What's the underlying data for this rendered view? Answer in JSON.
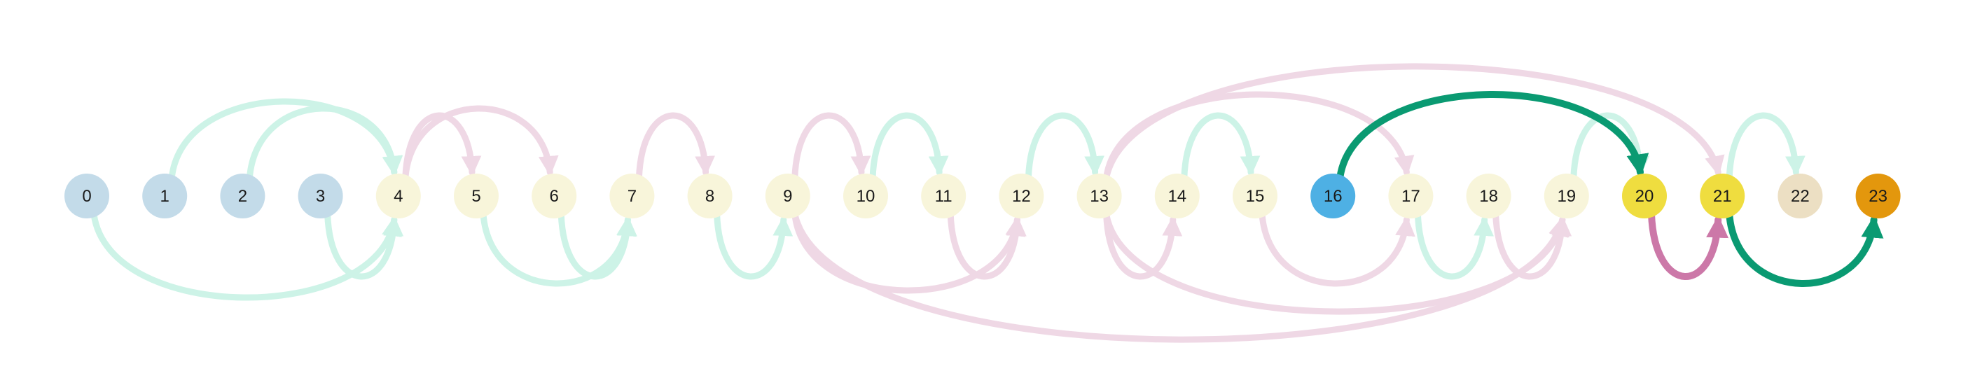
{
  "colors": {
    "background": "#ffffff",
    "edge_teal_faint": "#cdf3e7",
    "edge_pink_faint": "#efd8e5",
    "edge_green_strong": "#0a9a72",
    "edge_pink_strong": "#cc78a8",
    "node_blue_light": "#c3dbe9",
    "node_cream": "#f8f5da",
    "node_blue_bright": "#4eb0e4",
    "node_yellow": "#efdd3f",
    "node_beige": "#ecdfc3",
    "node_orange": "#e3970d"
  },
  "nodes": [
    {
      "id": 0,
      "label": "0",
      "fill": "node_blue_light"
    },
    {
      "id": 1,
      "label": "1",
      "fill": "node_blue_light"
    },
    {
      "id": 2,
      "label": "2",
      "fill": "node_blue_light"
    },
    {
      "id": 3,
      "label": "3",
      "fill": "node_blue_light"
    },
    {
      "id": 4,
      "label": "4",
      "fill": "node_cream"
    },
    {
      "id": 5,
      "label": "5",
      "fill": "node_cream"
    },
    {
      "id": 6,
      "label": "6",
      "fill": "node_cream"
    },
    {
      "id": 7,
      "label": "7",
      "fill": "node_cream"
    },
    {
      "id": 8,
      "label": "8",
      "fill": "node_cream"
    },
    {
      "id": 9,
      "label": "9",
      "fill": "node_cream"
    },
    {
      "id": 10,
      "label": "10",
      "fill": "node_cream"
    },
    {
      "id": 11,
      "label": "11",
      "fill": "node_cream"
    },
    {
      "id": 12,
      "label": "12",
      "fill": "node_cream"
    },
    {
      "id": 13,
      "label": "13",
      "fill": "node_cream"
    },
    {
      "id": 14,
      "label": "14",
      "fill": "node_cream"
    },
    {
      "id": 15,
      "label": "15",
      "fill": "node_cream"
    },
    {
      "id": 16,
      "label": "16",
      "fill": "node_blue_bright"
    },
    {
      "id": 17,
      "label": "17",
      "fill": "node_cream"
    },
    {
      "id": 18,
      "label": "18",
      "fill": "node_cream"
    },
    {
      "id": 19,
      "label": "19",
      "fill": "node_cream"
    },
    {
      "id": 20,
      "label": "20",
      "fill": "node_yellow"
    },
    {
      "id": 21,
      "label": "21",
      "fill": "node_yellow"
    },
    {
      "id": 22,
      "label": "22",
      "fill": "node_beige"
    },
    {
      "id": 23,
      "label": "23",
      "fill": "node_orange"
    }
  ],
  "edges": [
    {
      "from": 1,
      "to": 4,
      "side": "above",
      "color": "edge_teal_faint"
    },
    {
      "from": 2,
      "to": 4,
      "side": "above",
      "color": "edge_teal_faint"
    },
    {
      "from": 0,
      "to": 4,
      "side": "below",
      "color": "edge_teal_faint"
    },
    {
      "from": 3,
      "to": 4,
      "side": "below",
      "color": "edge_teal_faint"
    },
    {
      "from": 4,
      "to": 5,
      "side": "above",
      "color": "edge_pink_faint"
    },
    {
      "from": 4,
      "to": 6,
      "side": "above",
      "color": "edge_pink_faint"
    },
    {
      "from": 5,
      "to": 7,
      "side": "below",
      "color": "edge_teal_faint"
    },
    {
      "from": 6,
      "to": 7,
      "side": "below",
      "color": "edge_teal_faint"
    },
    {
      "from": 7,
      "to": 8,
      "side": "above",
      "color": "edge_pink_faint"
    },
    {
      "from": 8,
      "to": 9,
      "side": "below",
      "color": "edge_teal_faint"
    },
    {
      "from": 9,
      "to": 10,
      "side": "above",
      "color": "edge_pink_faint"
    },
    {
      "from": 10,
      "to": 11,
      "side": "above",
      "color": "edge_teal_faint"
    },
    {
      "from": 9,
      "to": 12,
      "side": "below",
      "color": "edge_pink_faint"
    },
    {
      "from": 11,
      "to": 12,
      "side": "below",
      "color": "edge_pink_faint"
    },
    {
      "from": 12,
      "to": 13,
      "side": "above",
      "color": "edge_teal_faint"
    },
    {
      "from": 13,
      "to": 14,
      "side": "below",
      "color": "edge_pink_faint"
    },
    {
      "from": 14,
      "to": 15,
      "side": "above",
      "color": "edge_teal_faint"
    },
    {
      "from": 13,
      "to": 17,
      "side": "above",
      "color": "edge_pink_faint"
    },
    {
      "from": 13,
      "to": 21,
      "side": "above",
      "color": "edge_pink_faint"
    },
    {
      "from": 15,
      "to": 17,
      "side": "below",
      "color": "edge_pink_faint"
    },
    {
      "from": 9,
      "to": 19,
      "side": "below",
      "color": "edge_pink_faint"
    },
    {
      "from": 13,
      "to": 19,
      "side": "below",
      "color": "edge_pink_faint"
    },
    {
      "from": 17,
      "to": 18,
      "side": "below",
      "color": "edge_teal_faint"
    },
    {
      "from": 18,
      "to": 19,
      "side": "below",
      "color": "edge_pink_faint"
    },
    {
      "from": 19,
      "to": 20,
      "side": "above",
      "color": "edge_teal_faint"
    },
    {
      "from": 21,
      "to": 22,
      "side": "above",
      "color": "edge_teal_faint"
    },
    {
      "from": 16,
      "to": 20,
      "side": "above",
      "color": "edge_green_strong"
    },
    {
      "from": 20,
      "to": 21,
      "side": "below",
      "color": "edge_pink_strong"
    },
    {
      "from": 21,
      "to": 23,
      "side": "below",
      "color": "edge_green_strong"
    }
  ]
}
